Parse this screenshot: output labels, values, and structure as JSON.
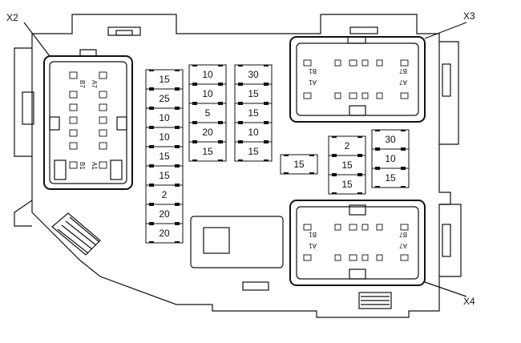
{
  "callouts": {
    "x2": "X2",
    "x3": "X3",
    "x4": "X4"
  },
  "fuses": {
    "col1": [
      "15",
      "25",
      "10",
      "10",
      "15",
      "15",
      "2",
      "20",
      "20"
    ],
    "col2": [
      "10",
      "10",
      "5",
      "20",
      "15"
    ],
    "col3": [
      "30",
      "15",
      "15",
      "10",
      "15"
    ],
    "single": "15",
    "col4": [
      "2",
      "15",
      "15"
    ],
    "col5": [
      "30",
      "10",
      "15"
    ]
  },
  "connectors": {
    "x2": {
      "top_left": "B7",
      "top_right": "A7",
      "bottom_left": "B1",
      "bottom_right": "A1"
    },
    "x3": {
      "top_left": "B1",
      "bottom_left": "A1",
      "top_right": "B7",
      "bottom_right": "A7"
    },
    "x4": {
      "top_left": "B1",
      "bottom_left": "A1",
      "top_right": "B7",
      "bottom_right": "A7"
    }
  }
}
